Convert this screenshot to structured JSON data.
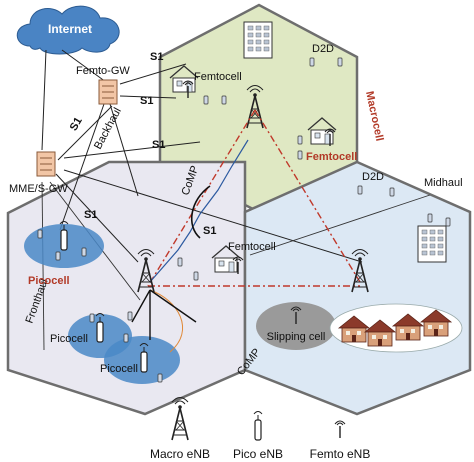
{
  "colors": {
    "green_cell": "#dfe8c3",
    "lavender_cell": "#e9e8f1",
    "blue_cell": "#dce8f4",
    "cloud": "#4a84c4",
    "pico_bubble": "#4a88c7",
    "slipping_cell": "#9a9a9a",
    "red_label": "#b23a28",
    "macro_label": "#b23a28",
    "hex_border": "#6e6e6e"
  },
  "diagram": {
    "cloud_label": "Internet",
    "femto_gw_label": "Femto-GW",
    "mme_label": "MME/S-GW",
    "s1_labels": [
      "S1",
      "S1",
      "S1",
      "S1",
      "S1",
      "S1"
    ],
    "backhaul_label": "Backhaul",
    "fronthaul_label": "Fronthaul",
    "midhaul_label": "Midhaul",
    "comp_labels": [
      "CoMP",
      "CoMP"
    ],
    "d2d_labels": [
      "D2D",
      "D2D"
    ],
    "macrocell_label": "Macrocell",
    "femtocell_labels": [
      "Femtocell",
      "Femtocell",
      "Femtocell"
    ],
    "picocell_labels": [
      "Picocell",
      "Picocell",
      "Picocell"
    ],
    "slipping_cell_label": "Slipping cell"
  },
  "legend": {
    "macro": "Macro eNB",
    "pico": "Pico eNB",
    "femto": "Femto eNB"
  }
}
